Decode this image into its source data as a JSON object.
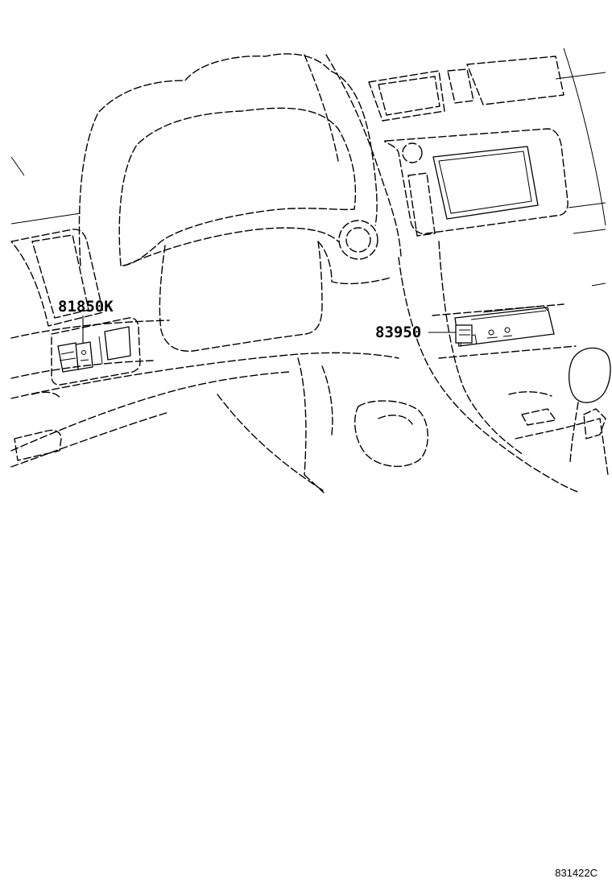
{
  "callouts": {
    "part_81850k": "81850K",
    "part_83950": "83950"
  },
  "diagram_id": "831422C",
  "colors": {
    "line": "#000000",
    "background": "#ffffff"
  }
}
